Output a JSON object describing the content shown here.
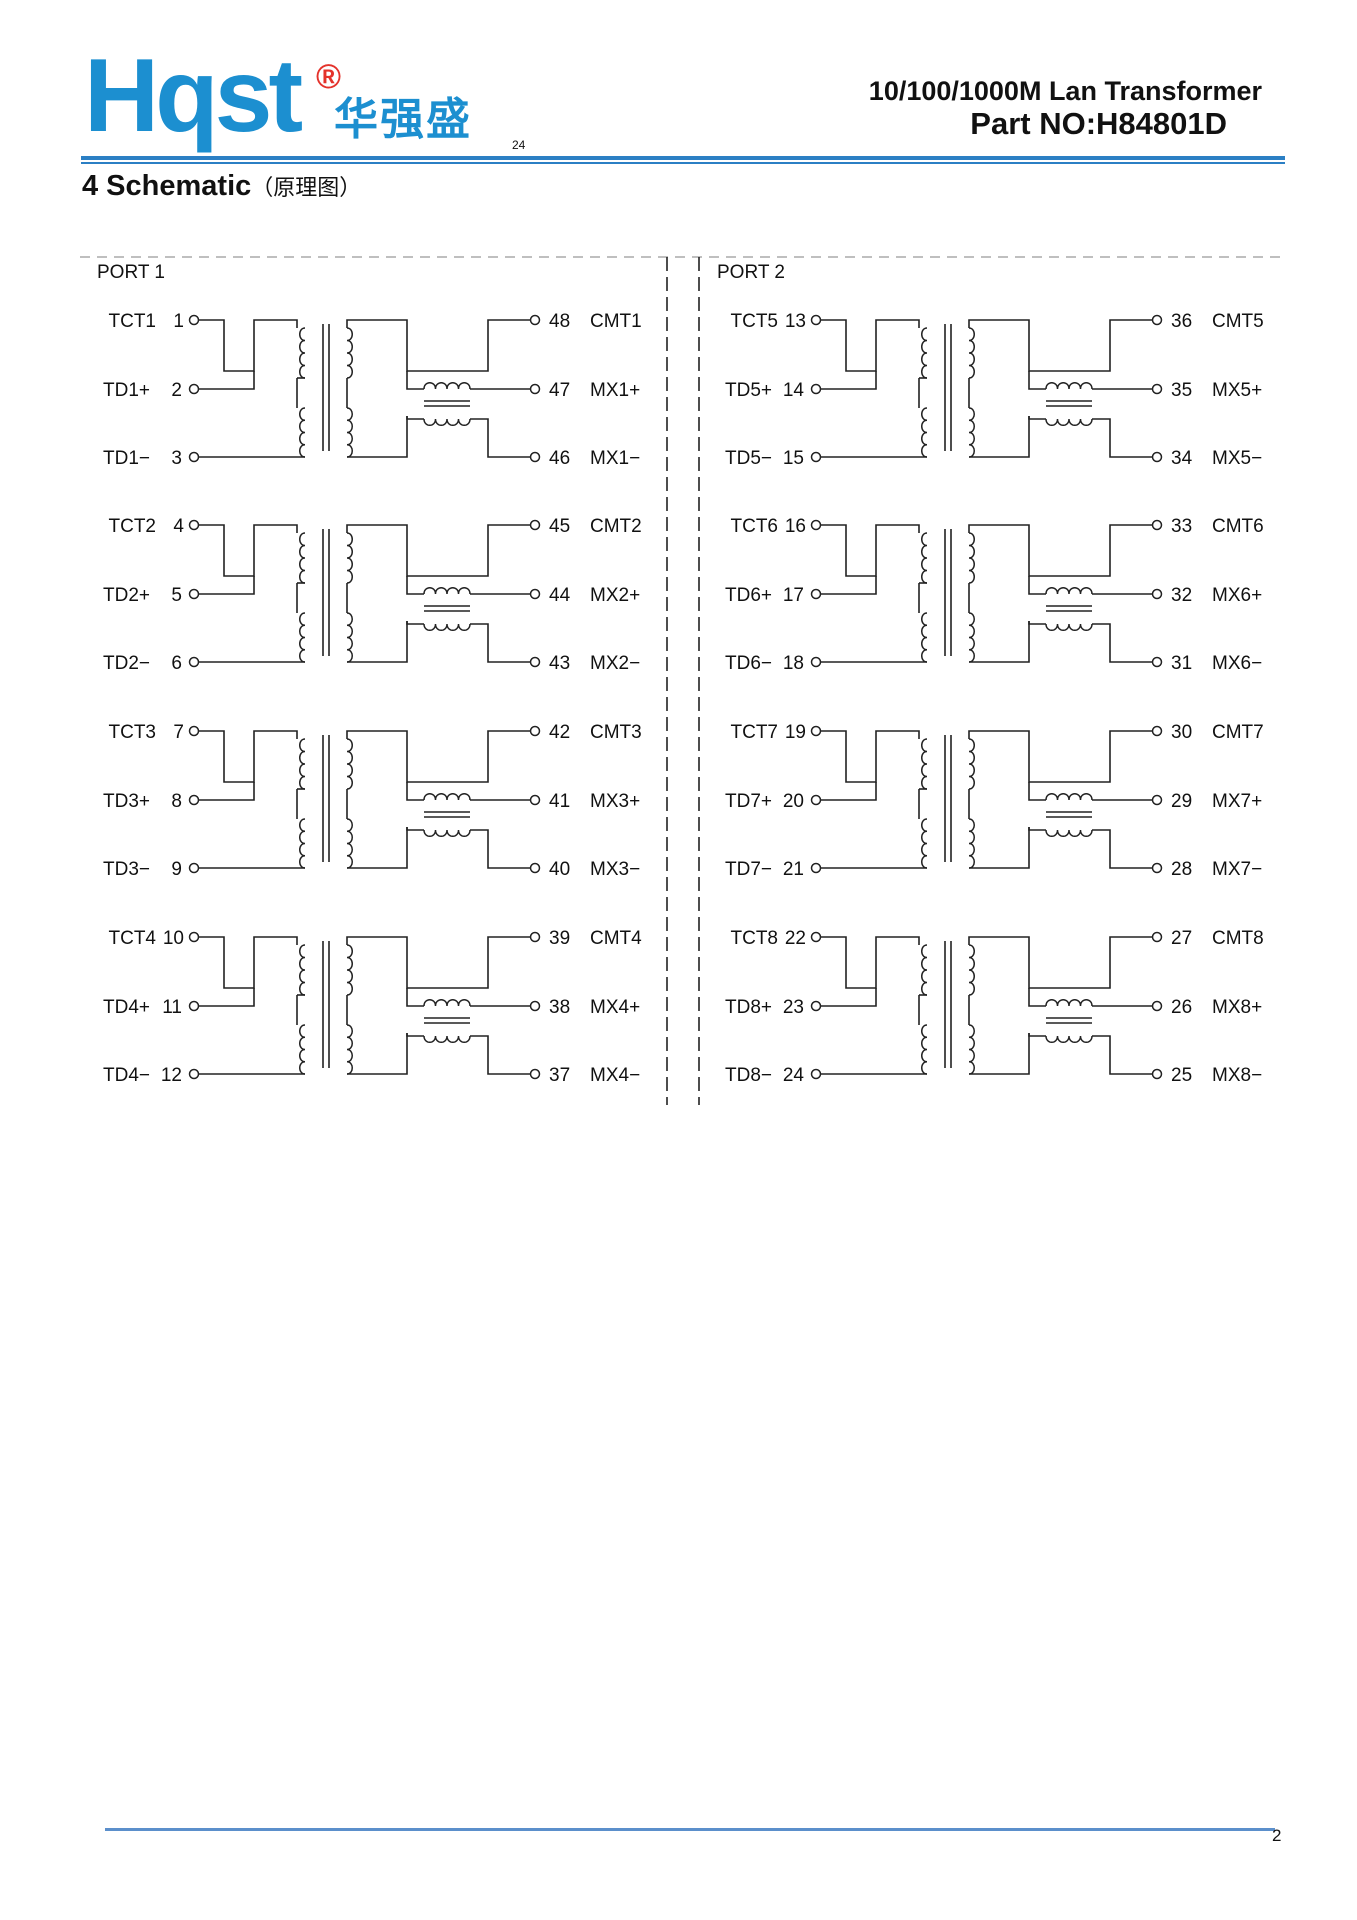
{
  "header": {
    "logo_text": "Hqst",
    "logo_reg": "®",
    "logo_cn": "华强盛",
    "small_number": "24",
    "product_line": "10/100/1000M  Lan Transformer",
    "part_no": "Part NO:H84801D"
  },
  "section": {
    "title": "4  Schematic",
    "title_cn": "（原理图）"
  },
  "ports": [
    {
      "label": "PORT  1"
    },
    {
      "label": "PORT  2"
    }
  ],
  "channels": [
    {
      "col": 0,
      "row": 0,
      "l1": "TCT1",
      "n1": "1",
      "l2": "TD1+",
      "n2": "2",
      "l3": "TD1−",
      "n3": "3",
      "r1n": "48",
      "r1": "CMT1",
      "r2n": "47",
      "r2": "MX1+",
      "r3n": "46",
      "r3": "MX1−"
    },
    {
      "col": 0,
      "row": 1,
      "l1": "TCT2",
      "n1": "4",
      "l2": "TD2+",
      "n2": "5",
      "l3": "TD2−",
      "n3": "6",
      "r1n": "45",
      "r1": "CMT2",
      "r2n": "44",
      "r2": "MX2+",
      "r3n": "43",
      "r3": "MX2−"
    },
    {
      "col": 0,
      "row": 2,
      "l1": "TCT3",
      "n1": "7",
      "l2": "TD3+",
      "n2": "8",
      "l3": "TD3−",
      "n3": "9",
      "r1n": "42",
      "r1": "CMT3",
      "r2n": "41",
      "r2": "MX3+",
      "r3n": "40",
      "r3": "MX3−"
    },
    {
      "col": 0,
      "row": 3,
      "l1": "TCT4",
      "n1": "10",
      "l2": "TD4+",
      "n2": "11",
      "l3": "TD4−",
      "n3": "12",
      "r1n": "39",
      "r1": "CMT4",
      "r2n": "38",
      "r2": "MX4+",
      "r3n": "37",
      "r3": "MX4−"
    },
    {
      "col": 1,
      "row": 0,
      "l1": "TCT5",
      "n1": "13",
      "l2": "TD5+",
      "n2": "14",
      "l3": "TD5−",
      "n3": "15",
      "r1n": "36",
      "r1": "CMT5",
      "r2n": "35",
      "r2": "MX5+",
      "r3n": "34",
      "r3": "MX5−"
    },
    {
      "col": 1,
      "row": 1,
      "l1": "TCT6",
      "n1": "16",
      "l2": "TD6+",
      "n2": "17",
      "l3": "TD6−",
      "n3": "18",
      "r1n": "33",
      "r1": "CMT6",
      "r2n": "32",
      "r2": "MX6+",
      "r3n": "31",
      "r3": "MX6−"
    },
    {
      "col": 1,
      "row": 2,
      "l1": "TCT7",
      "n1": "19",
      "l2": "TD7+",
      "n2": "20",
      "l3": "TD7−",
      "n3": "21",
      "r1n": "30",
      "r1": "CMT7",
      "r2n": "29",
      "r2": "MX7+",
      "r3n": "28",
      "r3": "MX7−"
    },
    {
      "col": 1,
      "row": 3,
      "l1": "TCT8",
      "n1": "22",
      "l2": "TD8+",
      "n2": "23",
      "l3": "TD8−",
      "n3": "24",
      "r1n": "27",
      "r1": "CMT8",
      "r2n": "26",
      "r2": "MX8+",
      "r3n": "25",
      "r3": "MX8−"
    }
  ],
  "footer": {
    "page_number": "2"
  }
}
